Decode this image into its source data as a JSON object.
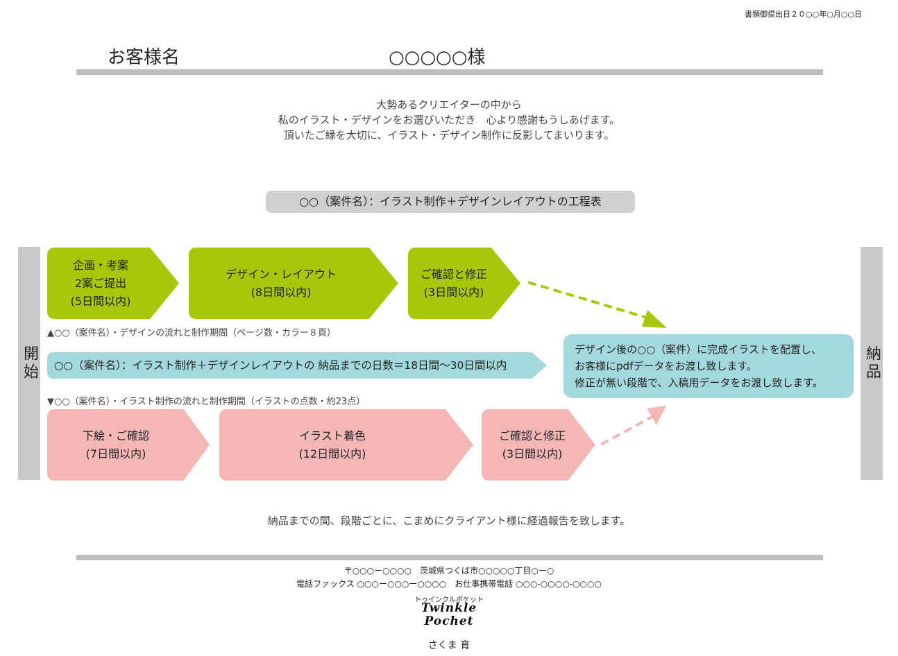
{
  "header": {
    "submission_date": "書類御提出日２０○○年○月○○日",
    "client_label": "お客様名",
    "client_name": "○○○○○様"
  },
  "greeting": [
    "大勢あるクリエイターの中から",
    "私のイラスト・デザインをお選びいただき　心より感謝もうしあげます。",
    "頂いたご縁を大切に、イラスト・デザイン制作に反影してまいります。"
  ],
  "schedule_title": "○○（案件名）：イラスト制作＋デザインレイアウトの工程表",
  "sidebar": {
    "start": "開始",
    "delivery": "納品"
  },
  "design_steps": [
    {
      "lines": [
        "企画・考案",
        "2案ご提出",
        "(5日間以内)"
      ]
    },
    {
      "lines": [
        "デザイン・レイアウト",
        "(8日間以内)"
      ]
    },
    {
      "lines": [
        "ご確認と修正",
        "(3日間以内)"
      ]
    }
  ],
  "design_note": "▲○○（案件名）・デザインの流れと制作期間（ページ数・カラー８頁）",
  "total_bar": "○○（案件名）：イラスト制作＋デザインレイアウトの  納品までの日数＝18日間〜30日間以内",
  "illust_note": "▼○○（案件名）・イラスト制作の流れと制作期間（イラストの点数・約23点）",
  "illust_steps": [
    {
      "lines": [
        "下絵・ご確認",
        "(7日間以内)"
      ]
    },
    {
      "lines": [
        "イラスト着色",
        "(12日間以内)"
      ]
    },
    {
      "lines": [
        "ご確認と修正",
        "(3日間以内)"
      ]
    }
  ],
  "info_box": [
    "デザイン後の○○（案件）に完成イラストを配置し、",
    "お客様にpdfデータをお渡し致します。",
    "修正が無い段階で、入稿用データをお渡し致します。"
  ],
  "report": "納品までの間、段階ごとに、こまめにクライアント様に経過報告を致します。",
  "footer": {
    "address": "〒○○○ー○○○○　茨城県つくば市○○○○○丁目○ー○",
    "phone": "電話ファックス ○○○ー○○○ー○○○○　お仕事携帯電話 ○○○-○○○○-○○○○",
    "brand_kana": "トゥインクルポケット",
    "brand_logo_line1": "Twinkle",
    "brand_logo_line2": "Pochet",
    "author": "さくま 育"
  },
  "colors": {
    "green": "#a7c80a",
    "pink": "#f5b6b6",
    "teal": "#a3d9dc",
    "gray": "#c9c9c9"
  }
}
